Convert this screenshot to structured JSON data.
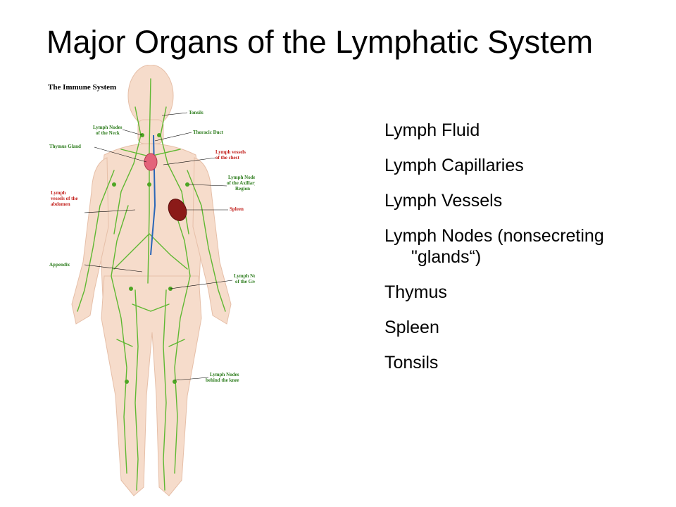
{
  "title": "Major Organs of the Lymphatic System",
  "figure": {
    "heading": "The Immune System",
    "labels": {
      "tonsils": "Tonsils",
      "neck_1": "Lymph Nodes",
      "neck_2": "of the Neck",
      "thoracic": "Thoracic Duct",
      "thymus": "Thymus Gland",
      "chest_1": "Lymph vessels",
      "chest_2": "of the chest",
      "axillary_1": "Lymph Nodes",
      "axillary_2": "of the Axillary",
      "axillary_3": "Region",
      "abdomen_1": "Lymph",
      "abdomen_2": "vessels of the",
      "abdomen_3": "abdomen",
      "spleen": "Spleen",
      "appendix": "Appendix",
      "groin_1": "Lymph Nodes",
      "groin_2": "of the Groin",
      "knee_1": "Lymph Nodes",
      "knee_2": "behind the knee"
    },
    "colors": {
      "skin": "#f6dccb",
      "vessel": "#5fb832",
      "organ": "#c4161c",
      "green_text": "#2e7d1e",
      "red_text": "#c2201c"
    }
  },
  "list": {
    "items": [
      {
        "text": "Lymph Fluid"
      },
      {
        "text": "Lymph Capillaries"
      },
      {
        "text": "Lymph Vessels"
      },
      {
        "text": "Lymph Nodes (nonsecreting",
        "cont": "\"glands“)"
      },
      {
        "text": "Thymus"
      },
      {
        "text": "Spleen"
      },
      {
        "text": "Tonsils"
      }
    ]
  }
}
